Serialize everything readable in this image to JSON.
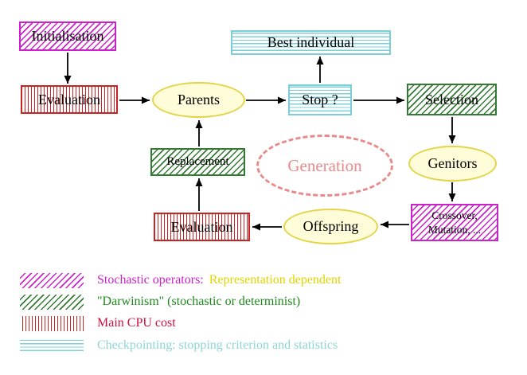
{
  "diagram": {
    "nodes": {
      "initialisation": "Initialisation",
      "evaluation_top": "Evaluation",
      "parents": "Parents",
      "best_individual": "Best individual",
      "stop": "Stop ?",
      "selection": "Selection",
      "genitors": "Genitors",
      "crossover_line1": "Crossover,",
      "crossover_line2": "Mutation, ...",
      "offspring": "Offspring",
      "evaluation_bottom": "Evaluation",
      "replacement": "Replacement",
      "generation": "Generation"
    },
    "legend": {
      "stochastic_label": "Stochastic operators:",
      "stochastic_note": "Representation dependent",
      "darwinism_label": "\"Darwinism\" (stochastic or determinist)",
      "cpu_label": "Main CPU cost",
      "checkpoint_label": "Checkpointing: stopping criterion and statistics"
    }
  },
  "colors": {
    "magenta": "#cc22cc",
    "green": "#337a33",
    "red": "#cc2222",
    "cyan": "#7ccfd6",
    "yellow-border": "#e4d44a",
    "yellow-fill": "#fffcd9",
    "salmon": "#e98a8a",
    "legend-yellow": "#e0d400",
    "legend-green": "#1e8a1e",
    "legend-red": "#cc1140",
    "legend-cyan": "#8fd5d5",
    "arrow": "#000000"
  }
}
